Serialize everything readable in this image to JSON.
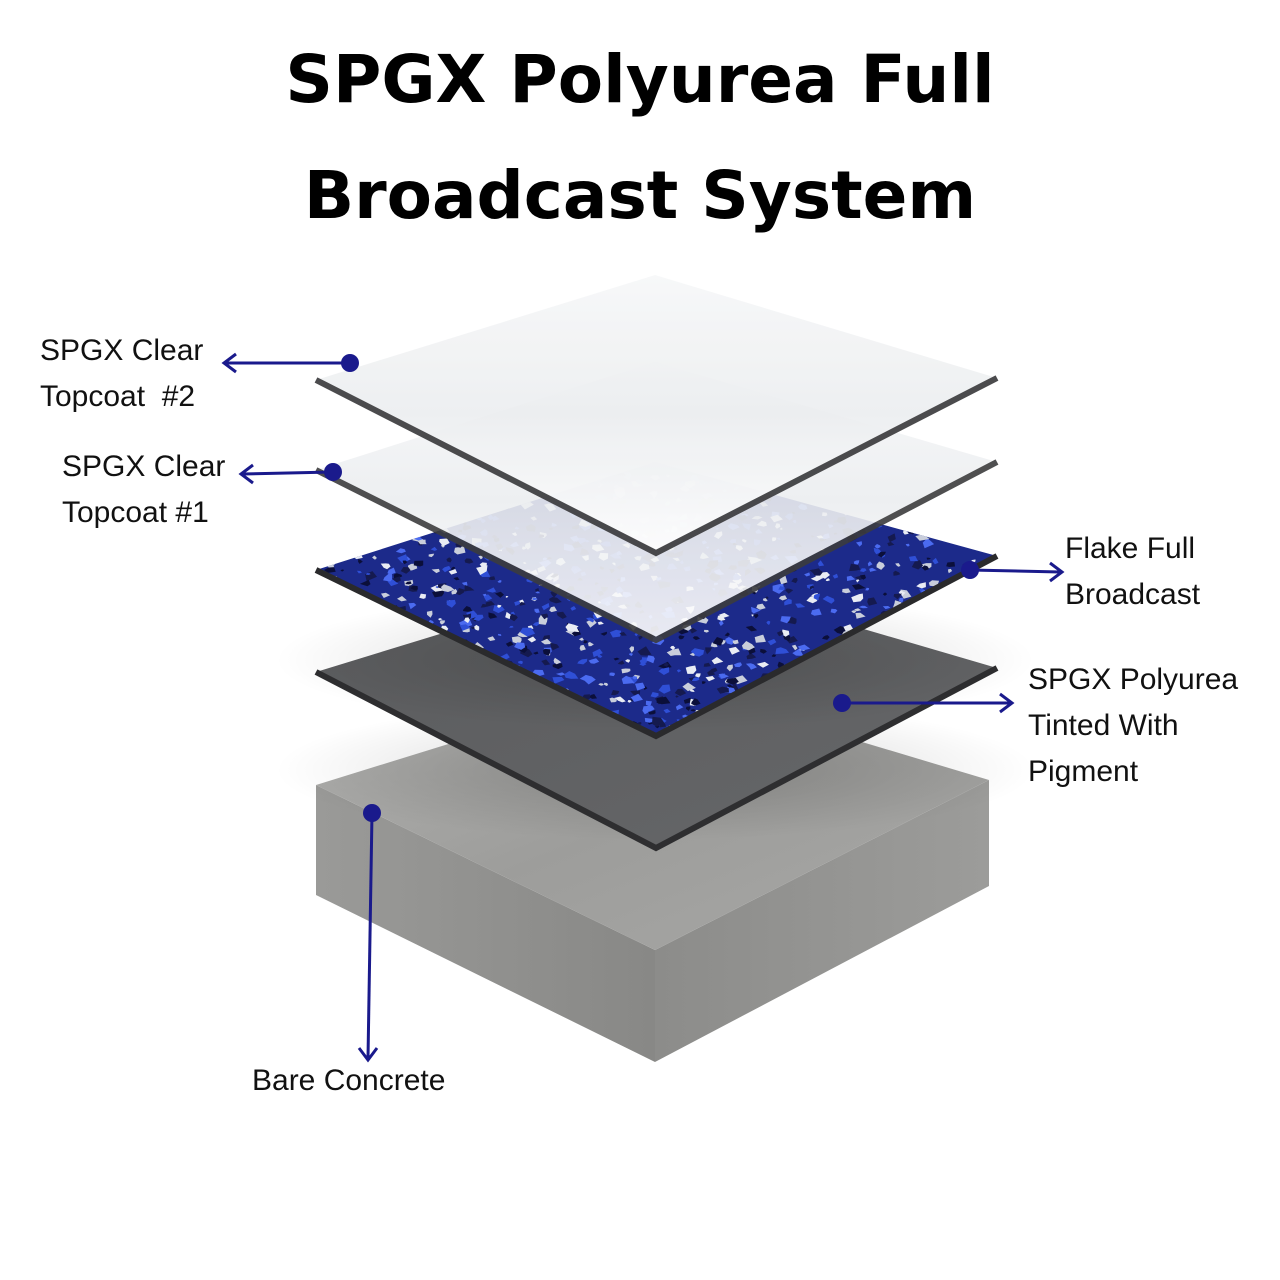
{
  "title": {
    "line1": "SPGX Polyurea Full",
    "line2": "Broadcast System"
  },
  "layers": [
    {
      "id": "topcoat-2",
      "label_lines": [
        "SPGX Clear",
        "Topcoat  #2"
      ]
    },
    {
      "id": "topcoat-1",
      "label_lines": [
        "SPGX Clear",
        "Topcoat #1"
      ]
    },
    {
      "id": "flake",
      "label_lines": [
        "Flake Full",
        "Broadcast"
      ]
    },
    {
      "id": "polyurea",
      "label_lines": [
        "SPGX Polyurea",
        "Tinted With",
        "Pigment"
      ]
    },
    {
      "id": "concrete",
      "label_lines": [
        "Bare Concrete"
      ]
    }
  ],
  "colors": {
    "arrow": "#1a1a8c",
    "flake_blue": "#2f4fd6",
    "flake_dark": "#0b0f3a",
    "flake_light": "#e9ecf4",
    "polyurea": "#5f6062",
    "concrete_top": "#a3a3a1",
    "concrete_side": "#8e8e8c",
    "clear_sheet": "#eef0f2",
    "sheet_edge": "#3c3c3e"
  }
}
